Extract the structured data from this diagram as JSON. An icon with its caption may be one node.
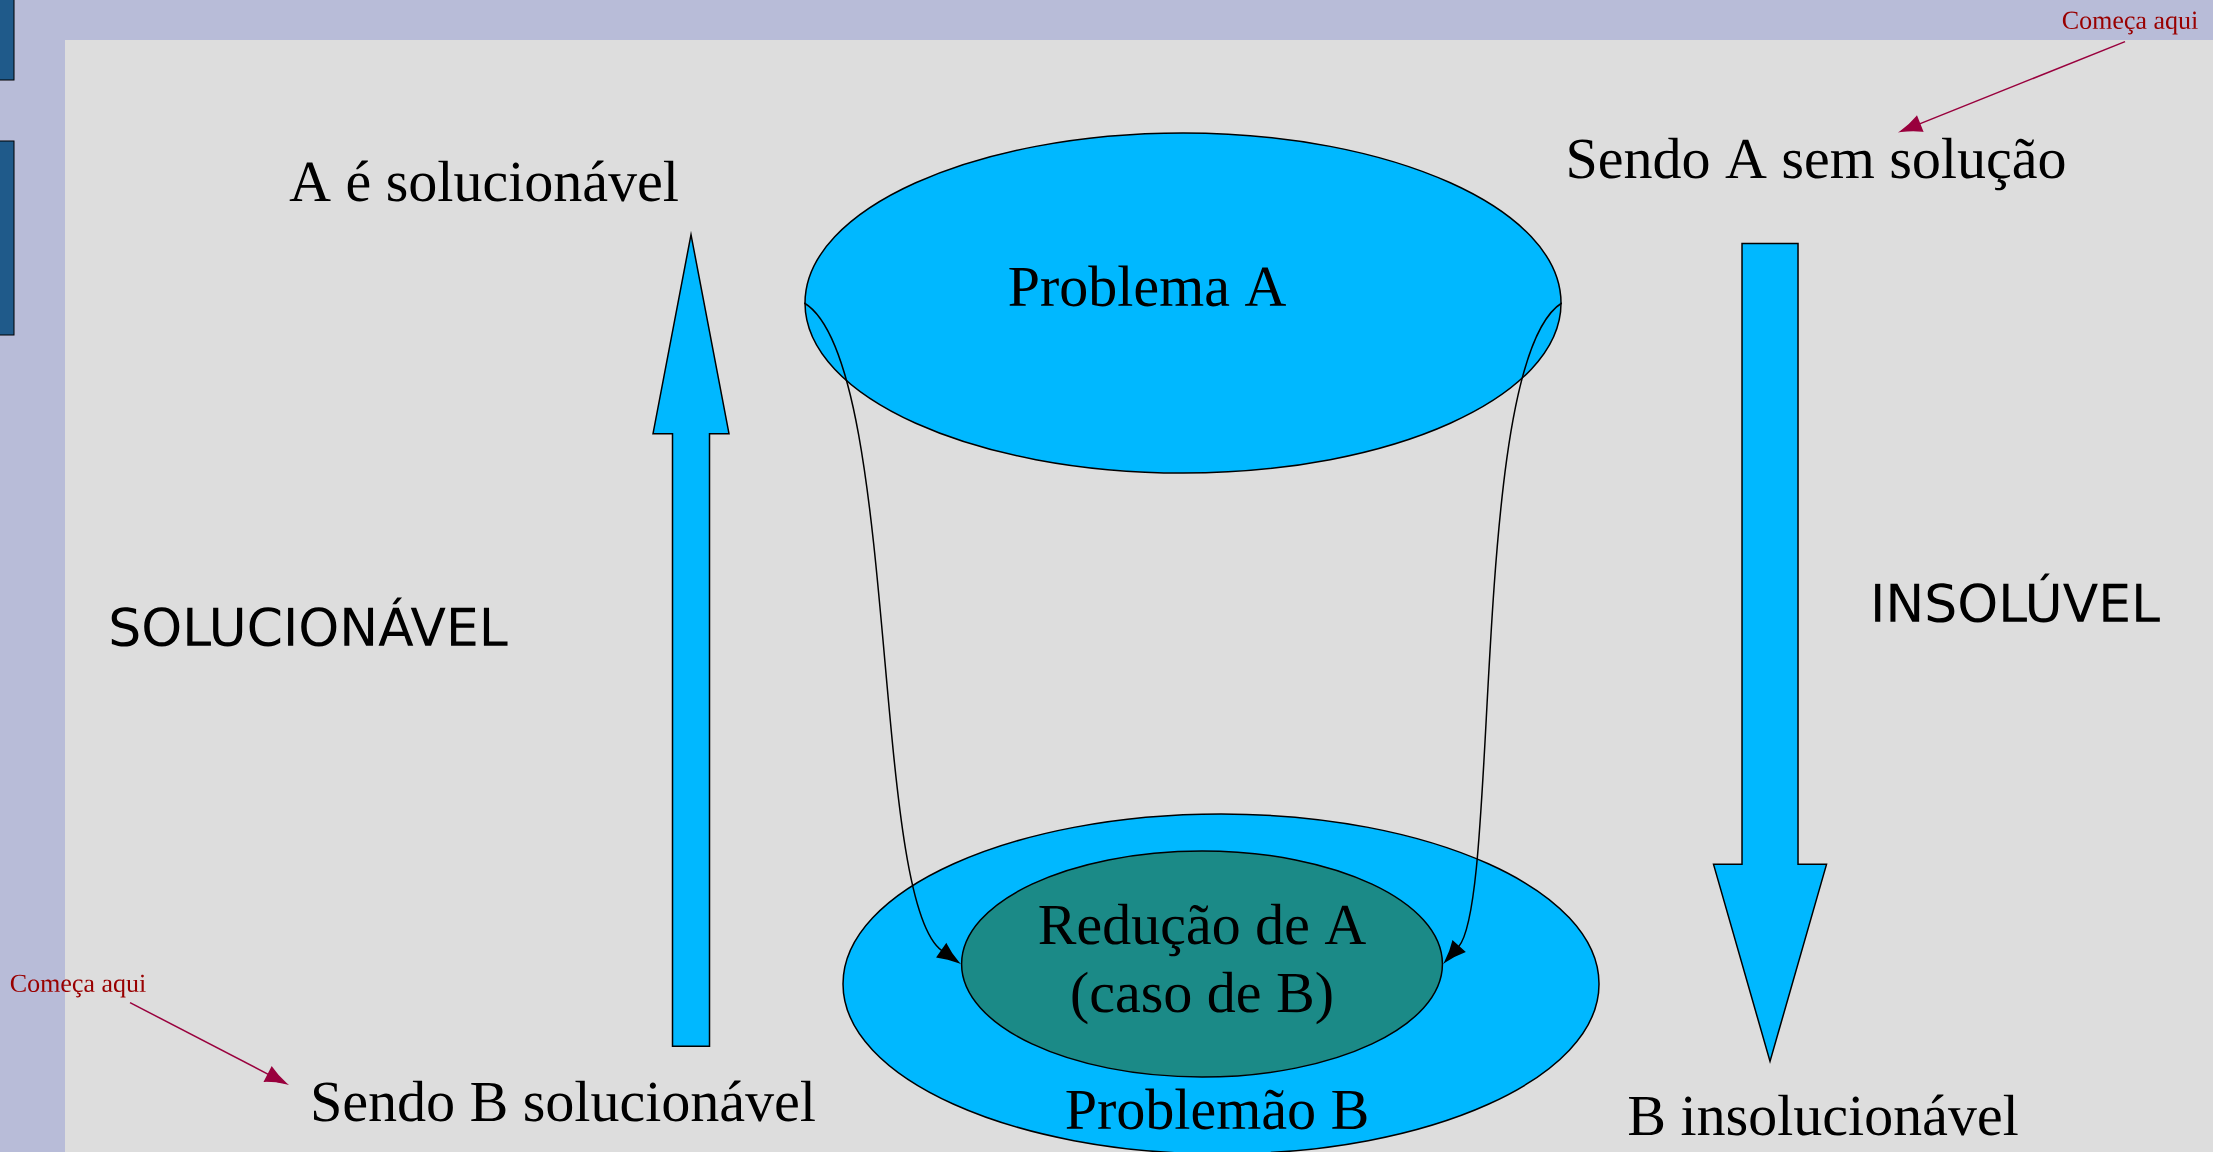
{
  "diagram": {
    "nodes": [
      {
        "text": [
          "Começa aqui"
        ]
      },
      {
        "text": [
          "A é solucionável"
        ]
      },
      {
        "text": [
          "Sendo A sem solução"
        ]
      },
      {
        "text": [
          "Problema A"
        ]
      },
      {
        "text": [
          "Problemão B"
        ]
      },
      {
        "text": [
          "Redução de A (caso de B)"
        ],
        "in": 4
      },
      {
        "text": [
          "Começa aqui"
        ]
      },
      {
        "text": [
          "Sendo B solucionável"
        ]
      },
      {
        "text": [
          "B insolucionável"
        ]
      },
      {
        "text": [],
        "shape": "bar"
      },
      {
        "text": [],
        "shape": "bar"
      }
    ],
    "edges": [
      {
        "from": 0,
        "to": 2,
        "arrow": "to",
        "color": "#99003d"
      },
      {
        "from": 3,
        "to": 5,
        "arrow": "to",
        "color": "#000000"
      },
      {
        "from": 3,
        "to": 5,
        "arrow": "to",
        "color": "#000000"
      },
      {
        "from": 7,
        "to": 1,
        "arrow": "to",
        "style": "thick",
        "color": "#00b8ff"
      },
      {
        "from": 2,
        "to": 8,
        "arrow": "to",
        "style": "thick",
        "color": "#00b8ff"
      },
      {
        "from": 6,
        "to": 7,
        "arrow": "to",
        "color": "#99003d"
      }
    ],
    "labels": [
      "SOLUCIONÁVEL",
      "INSOLÚVEL"
    ]
  }
}
